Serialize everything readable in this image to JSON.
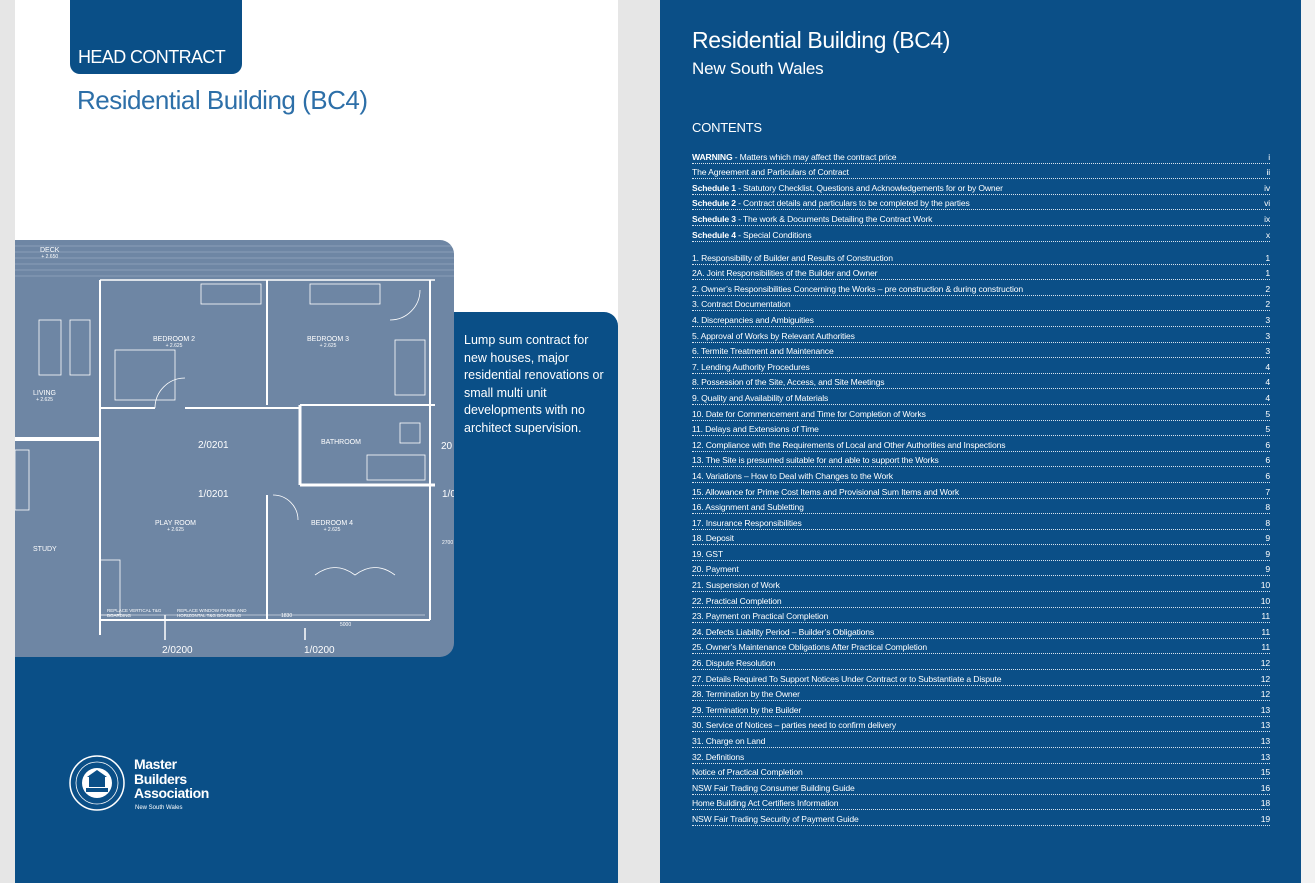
{
  "cover": {
    "tab_label": "HEAD CONTRACT",
    "title": "Residential Building (BC4)",
    "blurb": "Lump sum contract for new houses, major residential renovations or small multi unit developments with no architect supervision.",
    "logo": {
      "line1": "Master",
      "line2": "Builders",
      "line3": "Association",
      "sub": "New South Wales"
    },
    "plan": {
      "rooms": [
        {
          "name": "DECK",
          "level": "+ 2.650"
        },
        {
          "name": "BEDROOM 2",
          "level": "+ 2.625"
        },
        {
          "name": "BEDROOM 3",
          "level": "+ 2.625"
        },
        {
          "name": "LIVING",
          "level": "+ 2.625"
        },
        {
          "name": "BATHROOM",
          "level": ""
        },
        {
          "name": "PLAY ROOM",
          "level": "+ 2.625"
        },
        {
          "name": "BEDROOM 4",
          "level": "+ 2.625"
        },
        {
          "name": "STUDY",
          "level": ""
        }
      ],
      "refs": [
        "2/0201",
        "1/0201",
        "2/0200",
        "1/0200",
        "20",
        "1/0"
      ],
      "dims": [
        "1830",
        "5000",
        "2700"
      ],
      "notes": [
        "REPLACE VERTICAL T&G BOARDING",
        "REPLACE WINDOW FRAME AND HORIZONTAL T&G BOARDING"
      ]
    }
  },
  "contents_page": {
    "title": "Residential Building (BC4)",
    "subtitle": "New South Wales",
    "heading": "CONTENTS",
    "intro": [
      {
        "bold": "WARNING",
        "rest": " - Matters which may affect the contract price",
        "page": "i"
      },
      {
        "bold": "",
        "rest": "The Agreement and Particulars of Contract",
        "page": "ii"
      },
      {
        "bold": "Schedule 1",
        "rest": " - Statutory Checklist, Questions and Acknowledgements for or by Owner",
        "page": "iv"
      },
      {
        "bold": "Schedule 2",
        "rest": " - Contract details and particulars to be completed by the parties",
        "page": "vi"
      },
      {
        "bold": "Schedule 3",
        "rest": " - The work & Documents Detailing the Contract Work",
        "page": "ix"
      },
      {
        "bold": "Schedule 4",
        "rest": " - Special Conditions",
        "page": "x"
      }
    ],
    "items": [
      {
        "label": "1.   Responsibility of Builder and Results of Construction",
        "page": "1"
      },
      {
        "label": "2A. Joint Responsibilities of the Builder and Owner",
        "page": "1"
      },
      {
        "label": "2.   Owner’s Responsibilities Concerning the Works – pre construction & during construction",
        "page": "2"
      },
      {
        "label": "3.   Contract Documentation",
        "page": "2"
      },
      {
        "label": "4.   Discrepancies and Ambiguities",
        "page": "3"
      },
      {
        "label": "5.   Approval of Works by Relevant Authorities",
        "page": "3"
      },
      {
        "label": "6.   Termite Treatment and Maintenance",
        "page": "3"
      },
      {
        "label": "7.   Lending Authority Procedures",
        "page": "4"
      },
      {
        "label": "8.   Possession of the Site, Access, and Site Meetings",
        "page": "4"
      },
      {
        "label": "9.   Quality and Availability of Materials",
        "page": "4"
      },
      {
        "label": "10. Date for Commencement and Time for Completion of Works",
        "page": "5"
      },
      {
        "label": "11. Delays and Extensions of Time",
        "page": "5"
      },
      {
        "label": "12. Compliance with the Requirements of Local and Other Authorities and Inspections",
        "page": "6"
      },
      {
        "label": "13. The Site is presumed suitable for and able to support the Works",
        "page": "6"
      },
      {
        "label": "14. Variations – How to Deal with Changes to the Work",
        "page": "6"
      },
      {
        "label": "15. Allowance for Prime Cost Items and Provisional Sum Items and Work",
        "page": "7"
      },
      {
        "label": "16. Assignment and Subletting",
        "page": "8"
      },
      {
        "label": "17. Insurance Responsibilities",
        "page": "8"
      },
      {
        "label": "18. Deposit",
        "page": "9"
      },
      {
        "label": "19. GST",
        "page": "9"
      },
      {
        "label": "20. Payment",
        "page": "9"
      },
      {
        "label": "21. Suspension of Work",
        "page": "10"
      },
      {
        "label": "22. Practical Completion",
        "page": "10"
      },
      {
        "label": "23. Payment on Practical Completion",
        "page": "11"
      },
      {
        "label": "24. Defects Liability Period – Builder’s Obligations",
        "page": "11"
      },
      {
        "label": "25. Owner’s Maintenance Obligations After Practical Completion",
        "page": "11"
      },
      {
        "label": "26. Dispute Resolution",
        "page": "12"
      },
      {
        "label": "27. Details Required To Support Notices Under Contract or to Substantiate a Dispute",
        "page": "12"
      },
      {
        "label": "28. Termination by the Owner",
        "page": "12"
      },
      {
        "label": "29. Termination by the Builder",
        "page": "13"
      },
      {
        "label": "30. Service of Notices – parties need to confirm delivery",
        "page": "13"
      },
      {
        "label": "31. Charge on Land",
        "page": "13"
      },
      {
        "label": "32. Definitions",
        "page": "13"
      },
      {
        "label": "Notice of Practical Completion",
        "page": "15"
      },
      {
        "label": "NSW Fair Trading Consumer Building Guide",
        "page": "16"
      },
      {
        "label": "Home Building Act Certifiers Information",
        "page": "18"
      },
      {
        "label": "NSW Fair Trading Security of Payment Guide",
        "page": "19"
      }
    ]
  },
  "colors": {
    "navy": "#0a4f87",
    "title_blue": "#2d6fa8",
    "plan_blue": "#6e86a4"
  }
}
